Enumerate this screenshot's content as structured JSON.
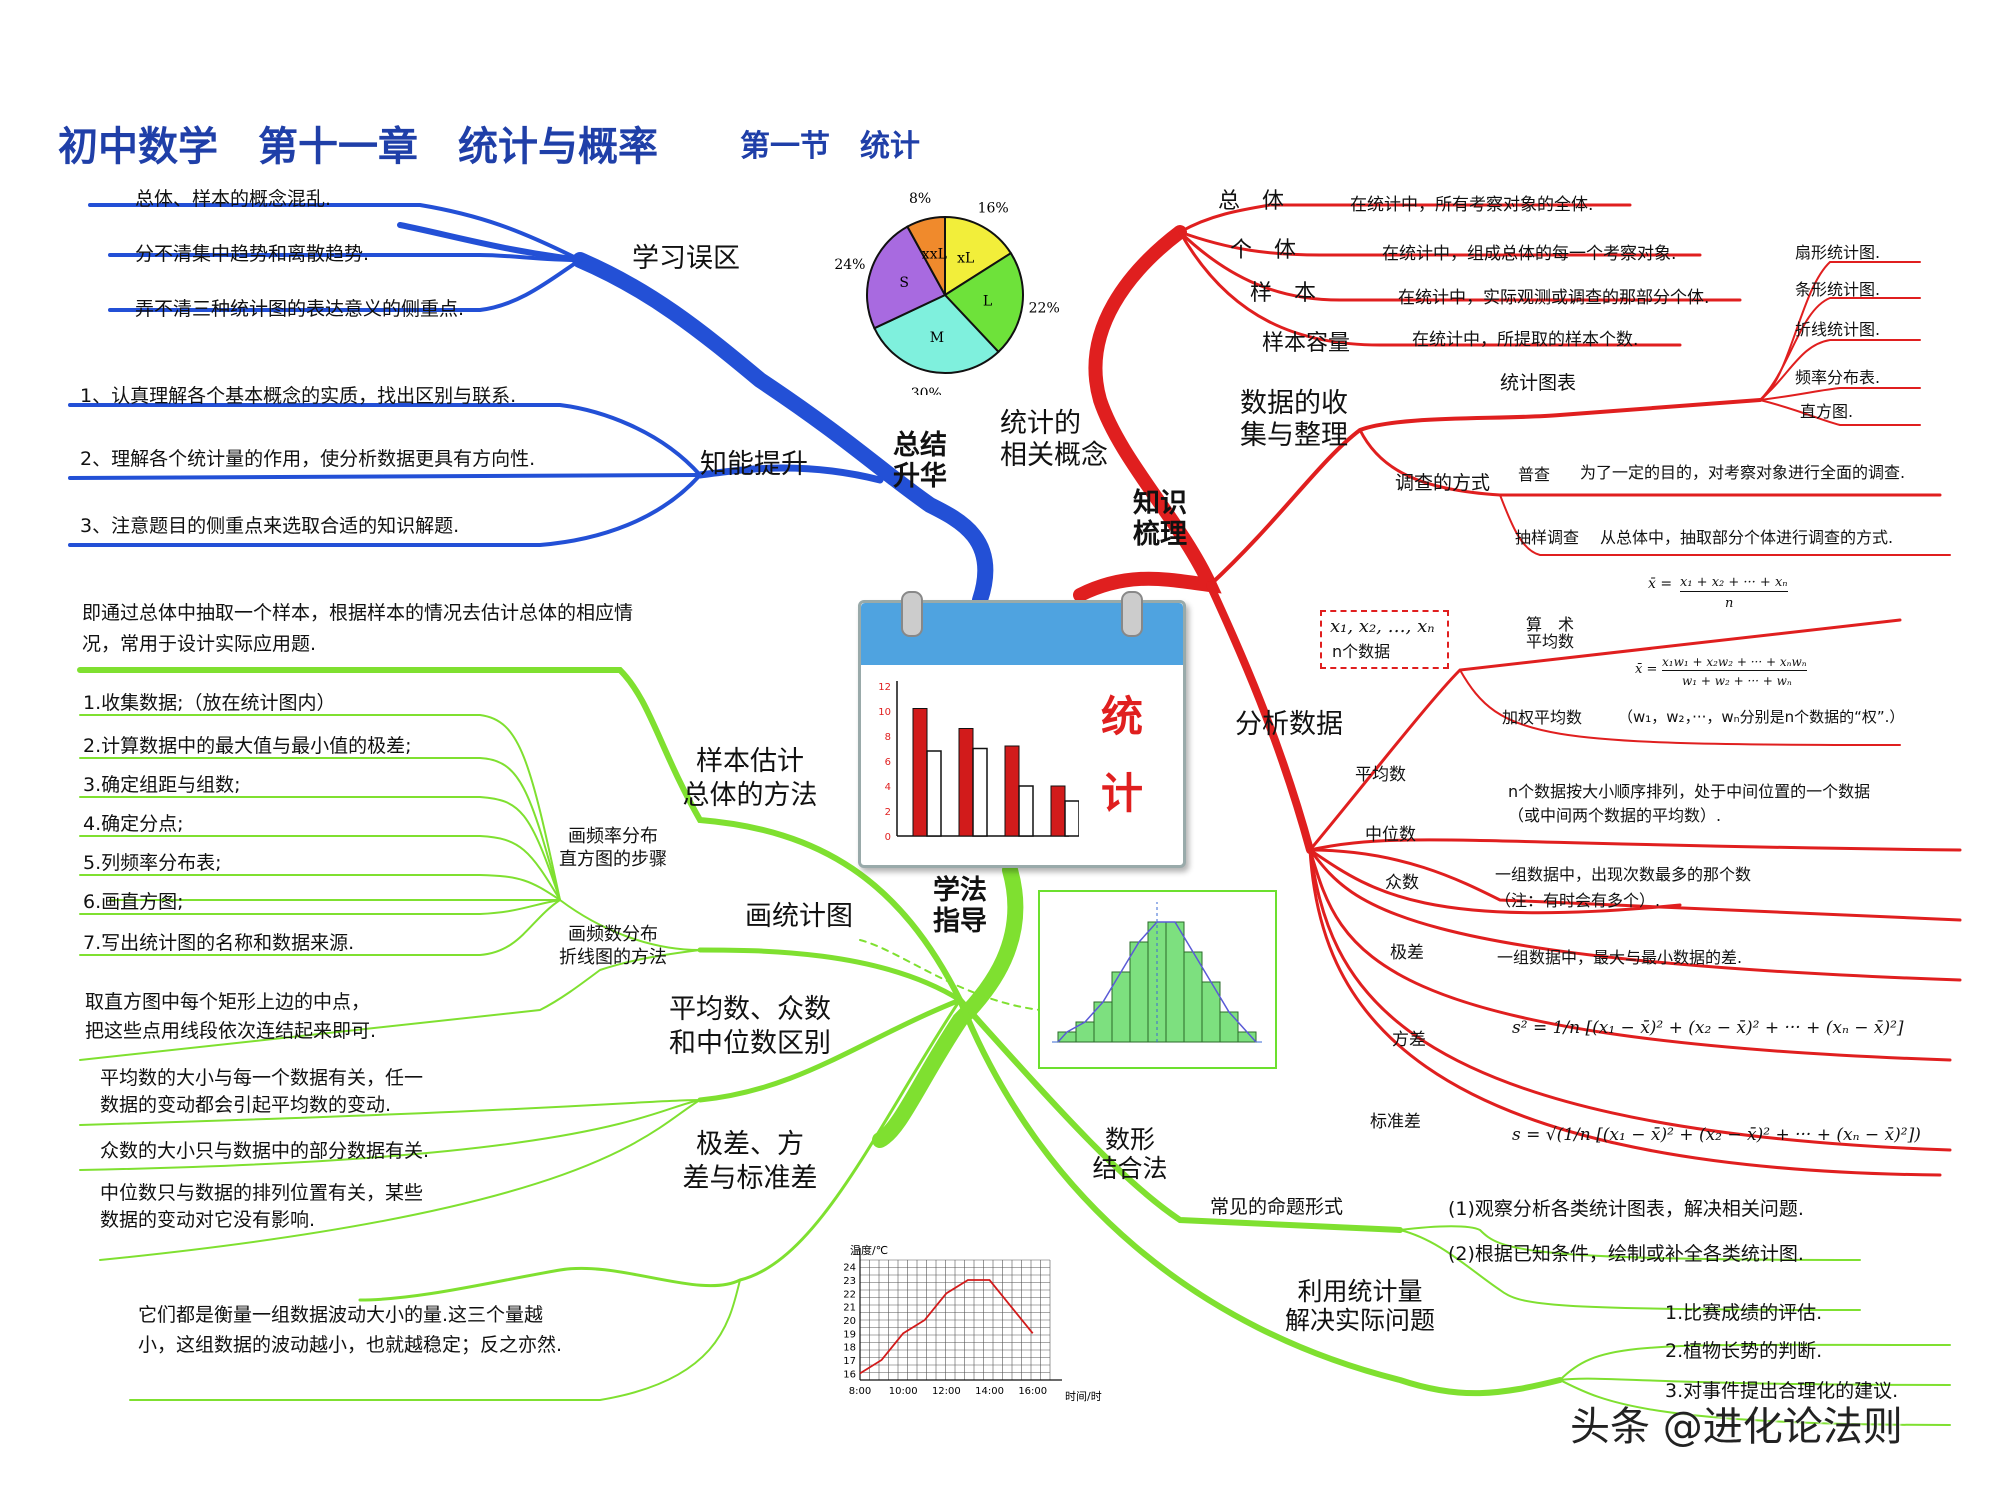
{
  "title": {
    "main": "初中数学　第十一章　统计与概率",
    "section": "第一节　统计"
  },
  "center": {
    "label_1": "统",
    "label_2": "计"
  },
  "blue": {
    "root": "总结\n升华",
    "zone": "学习误区",
    "zone_items": [
      "总体、样本的概念混乱.",
      "分不清集中趋势和离散趋势.",
      "弄不清三种统计图的表达意义的侧重点."
    ],
    "improve": "知能提升",
    "improve_items": [
      "1、认真理解各个基本概念的实质，找出区别与联系.",
      "2、理解各个统计量的作用，使分析数据更具有方向性.",
      "3、注意题目的侧重点来选取合适的知识解题."
    ]
  },
  "red": {
    "root": "知识\n梳理",
    "concepts": "统计的\n相关概念",
    "concept_items": [
      {
        "k": "总　体",
        "v": "在统计中，所有考察对象的全体."
      },
      {
        "k": "个　体",
        "v": "在统计中，组成总体的每一个考察对象."
      },
      {
        "k": "样　本",
        "v": "在统计中，实际观测或调查的那部分个体."
      },
      {
        "k": "样本容量",
        "v": "在统计中，所提取的样本个数."
      }
    ],
    "collect": "数据的收\n集与整理",
    "chart_types_label": "统计图表",
    "chart_types": [
      "扇形统计图.",
      "条形统计图.",
      "折线统计图.",
      "频率分布表.",
      "直方图."
    ],
    "survey": "调查的方式",
    "survey_items": [
      {
        "k": "普查",
        "v": "为了一定的目的，对考察对象进行全面的调查."
      },
      {
        "k": "抽样调查",
        "v": "从总体中，抽取部分个体进行调查的方式."
      }
    ],
    "analyze": "分析数据",
    "data_box": "x₁, x₂, …, xₙ",
    "data_box_sub": "n个数据",
    "mean": "平均数",
    "arith": "算　术\n平均数",
    "arith_f_num": "x₁ + x₂ + ··· + xₙ",
    "arith_f_den": "n",
    "weighted": "加权平均数",
    "weighted_f_num": "x₁w₁ + x₂w₂ + ··· + xₙwₙ",
    "weighted_f_den": "w₁ + w₂ + ··· + wₙ",
    "weighted_note": "（w₁，w₂，···，wₙ分别是n个数据的“权”.）",
    "median": "中位数",
    "median_desc": "n个数据按大小顺序排列，处于中间位置的一个数据\n（或中间两个数据的平均数）.",
    "mode": "众数",
    "mode_desc": "一组数据中，出现次数最多的那个数\n（注：有时会有多个）.",
    "range": "极差",
    "range_desc": "一组数据中，最大与最小数据的差.",
    "variance": "方差",
    "variance_f": "s² = 1/n [(x₁ − x̄)² + (x₂ − x̄)² + ··· + (xₙ − x̄)²]",
    "std": "标准差",
    "std_f": "s = √(1/n [(x₁ − x̄)² + (x₂ − x̄)² + ··· + (xₙ − x̄)²])",
    "combine": "数形\n结合法",
    "forms": "常见的命题形式",
    "form_items": [
      "(1)观察分析各类统计图表，解决相关问题.",
      "(2)根据已知条件，绘制或补全各类统计图."
    ],
    "use": "利用统计量\n解决实际问题",
    "use_items": [
      "1.比赛成绩的评估.",
      "2.植物长势的判断.",
      "3.对事件提出合理化的建议."
    ]
  },
  "green": {
    "root": "学法\n指导",
    "sample": "样本估计\n总体的方法",
    "sample_desc": "即通过总体中抽取一个样本，根据样本的情况去估计总体的相应情况，常用于设计实际应用题.",
    "draw": "画统计图",
    "hist_steps_label": "画频率分布\n直方图的步骤",
    "hist_steps": [
      "1.收集数据;（放在统计图内）",
      "2.计算数据中的最大值与最小值的极差;",
      "3.确定组距与组数;",
      "4.确定分点;",
      "5.列频率分布表;",
      "6.画直方图;",
      "7.写出统计图的名称和数据来源."
    ],
    "poly_label": "画频数分布\n折线图的方法",
    "poly_desc": "取直方图中每个矩形上边的中点，\n把这些点用线段依次连结起来即可.",
    "avg_diff": "平均数、众数\n和中位数区别",
    "avg_items": [
      "平均数的大小与每一个数据有关，任一\n数据的变动都会引起平均数的变动.",
      "众数的大小只与数据中的部分数据有关.",
      "中位数只与数据的排列位置有关，某些\n数据的变动对它没有影响."
    ],
    "range_var": "极差、方\n差与标准差",
    "range_var_desc": "它们都是衡量一组数据波动大小的量.这三个量越\n小，这组数据的波动越小，也就越稳定；反之亦然."
  },
  "watermark": "头条 @进化论法则",
  "pie": {
    "slices": [
      {
        "label": "xL",
        "pct": "16%",
        "value": 16,
        "color": "#f2ee3a"
      },
      {
        "label": "L",
        "pct": "22%",
        "value": 22,
        "color": "#6ee23a"
      },
      {
        "label": "M",
        "pct": "30%",
        "value": 30,
        "color": "#7ff0dd"
      },
      {
        "label": "S",
        "pct": "24%",
        "value": 24,
        "color": "#a86ae0"
      },
      {
        "label": "xxL",
        "pct": "8%",
        "value": 8,
        "color": "#f08a2c"
      }
    ]
  },
  "line_chart": {
    "ylabel": "温度/℃",
    "xlabel": "时间/时",
    "y_ticks": [
      "24",
      "23",
      "22",
      "21",
      "20",
      "19",
      "18",
      "17",
      "16"
    ],
    "x_ticks": [
      "8:00",
      "10:00",
      "12:00",
      "14:00",
      "16:00"
    ],
    "points": [
      [
        8,
        16
      ],
      [
        9,
        17
      ],
      [
        10,
        19
      ],
      [
        11,
        20
      ],
      [
        12,
        22
      ],
      [
        13,
        23
      ],
      [
        14,
        23
      ],
      [
        15,
        21
      ],
      [
        16,
        19
      ]
    ]
  },
  "bar_chart": {
    "y_ticks": [
      "12",
      "10",
      "8",
      "6",
      "4",
      "2",
      "0"
    ],
    "series_a": [
      10.2,
      8.6,
      7.2,
      4.0
    ],
    "series_b": [
      6.8,
      7.0,
      4.0,
      2.8
    ]
  },
  "histogram": {
    "values": [
      1,
      2,
      4,
      7,
      10,
      12,
      12,
      9,
      6,
      3,
      1
    ]
  },
  "colors": {
    "blue": "#2350d6",
    "red": "#e01f1f",
    "green": "#7fe030"
  }
}
